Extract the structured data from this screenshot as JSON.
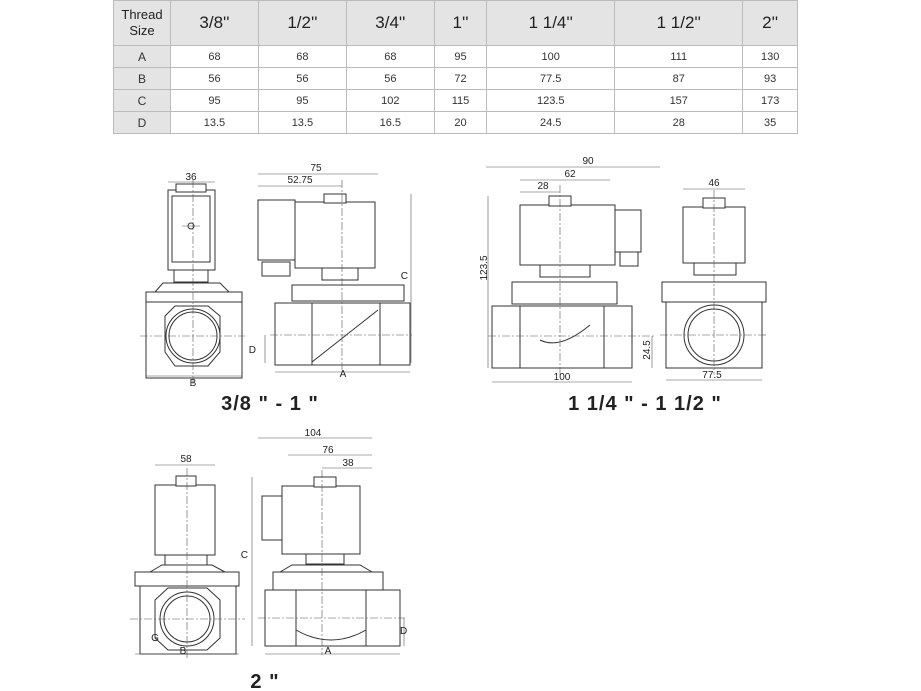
{
  "table": {
    "corner_label_1": "Thread",
    "corner_label_2": "Size",
    "sizes": [
      "3/8''",
      "1/2''",
      "3/4''",
      "1''",
      "1 1/4''",
      "1 1/2''",
      "2''"
    ],
    "rows": [
      {
        "label": "A",
        "values": [
          "68",
          "68",
          "68",
          "95",
          "100",
          "111",
          "130"
        ]
      },
      {
        "label": "B",
        "values": [
          "56",
          "56",
          "56",
          "72",
          "77.5",
          "87",
          "93"
        ]
      },
      {
        "label": "C",
        "values": [
          "95",
          "95",
          "102",
          "115",
          "123.5",
          "157",
          "173"
        ]
      },
      {
        "label": "D",
        "values": [
          "13.5",
          "13.5",
          "16.5",
          "20",
          "24.5",
          "28",
          "35"
        ]
      }
    ]
  },
  "drawings": {
    "small": {
      "title": "3/8 \" - 1 \"",
      "coil_width": "36",
      "overall": "75",
      "offset": "52.75",
      "label_a": "A",
      "label_b": "B",
      "label_c": "C",
      "label_d": "D"
    },
    "medium": {
      "title": "1 1/4 \" - 1 1/2 \"",
      "overall": "90",
      "offset1": "62",
      "offset2": "28",
      "height": "123.5",
      "port": "24.5",
      "length": "100",
      "coil_width": "46",
      "width": "77.5"
    },
    "large": {
      "title": "2 \"",
      "coil_width": "58",
      "overall": "104",
      "offset1": "76",
      "offset2": "38",
      "label_a": "A",
      "label_b": "B",
      "label_c": "C",
      "label_d": "D",
      "label_g": "G"
    }
  }
}
